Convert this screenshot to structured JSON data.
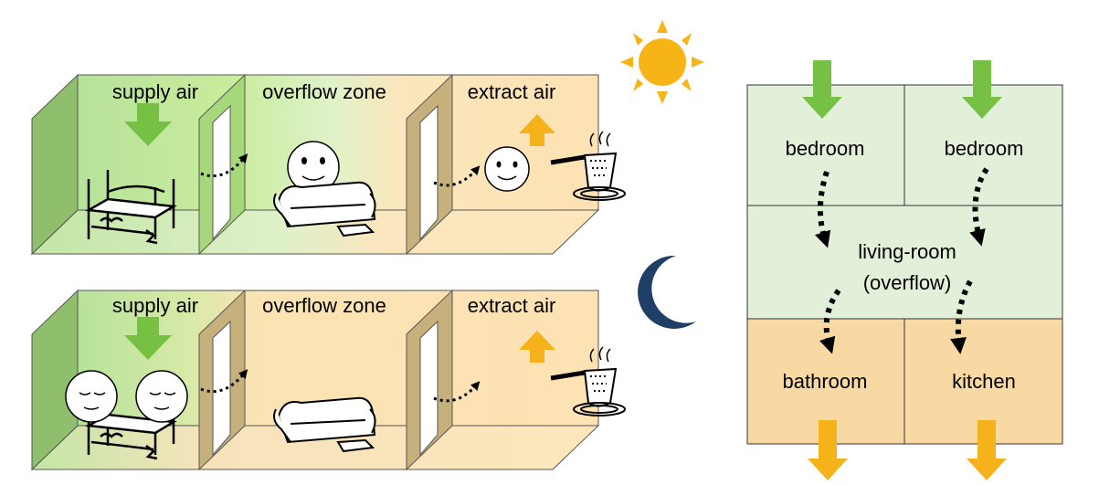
{
  "day_scene": {
    "supply_label": "supply air",
    "overflow_label": "overflow zone",
    "extract_label": "extract air",
    "sky_icon": "sun-icon"
  },
  "night_scene": {
    "supply_label": "supply air",
    "overflow_label": "overflow zone",
    "extract_label": "extract air",
    "sky_icon": "moon-icon"
  },
  "floor_plan": {
    "rooms": {
      "bedroom_left": "bedroom",
      "bedroom_right": "bedroom",
      "living_room_line1": "living-room",
      "living_room_line2": "(overflow)",
      "bathroom": "bathroom",
      "kitchen": "kitchen"
    }
  },
  "colors": {
    "supply_green": "#76c043",
    "extract_orange": "#f5b21b",
    "room_green": "#e2f0d9",
    "room_orange": "#f8d9a4",
    "day_zone_tan": "#fce4b6",
    "moon_blue": "#1f3f66",
    "sun_yellow": "#f6b417"
  }
}
